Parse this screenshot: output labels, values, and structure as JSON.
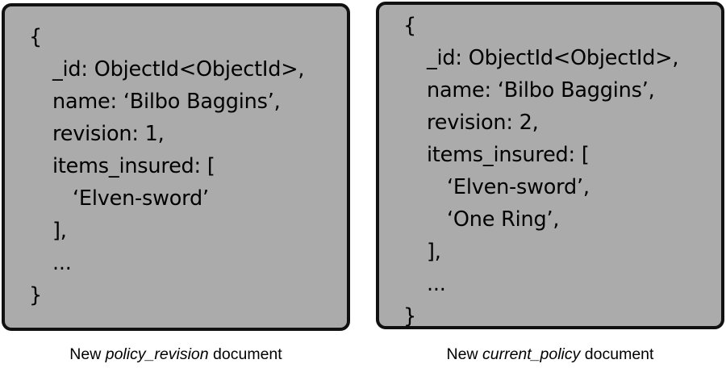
{
  "figure": {
    "background_color": "#ffffff",
    "panel_fill_color": "#ababab",
    "panel_border_color": "#111111",
    "text_color": "#000000"
  },
  "panels": [
    {
      "id": "policy-revision",
      "lines": [
        {
          "text": "{",
          "indent": 0
        },
        {
          "text": "_id: ObjectId<ObjectId>,",
          "indent": 1
        },
        {
          "text": "name: ‘Bilbo Baggins’,",
          "indent": 1
        },
        {
          "text": "revision: 1,",
          "indent": 1
        },
        {
          "text": "items_insured: [",
          "indent": 1
        },
        {
          "text": "‘Elven-sword’",
          "indent": 2
        },
        {
          "text": "],",
          "indent": 1
        },
        {
          "text": "...",
          "indent": 1
        },
        {
          "text": "}",
          "indent": 0
        }
      ],
      "caption": {
        "prefix": "New ",
        "emphasis": "policy_revision",
        "suffix": " document"
      }
    },
    {
      "id": "current-policy",
      "lines": [
        {
          "text": "{",
          "indent": 0
        },
        {
          "text": "_id: ObjectId<ObjectId>,",
          "indent": 1
        },
        {
          "text": "name: ‘Bilbo Baggins’,",
          "indent": 1
        },
        {
          "text": "revision: 2,",
          "indent": 1
        },
        {
          "text": "items_insured: [",
          "indent": 1
        },
        {
          "text": "‘Elven-sword’,",
          "indent": 2
        },
        {
          "text": "‘One Ring’,",
          "indent": 2
        },
        {
          "text": "],",
          "indent": 1
        },
        {
          "text": "...",
          "indent": 1
        },
        {
          "text": "}",
          "indent": 0
        }
      ],
      "caption": {
        "prefix": "New ",
        "emphasis": "current_policy",
        "suffix": " document"
      }
    }
  ]
}
